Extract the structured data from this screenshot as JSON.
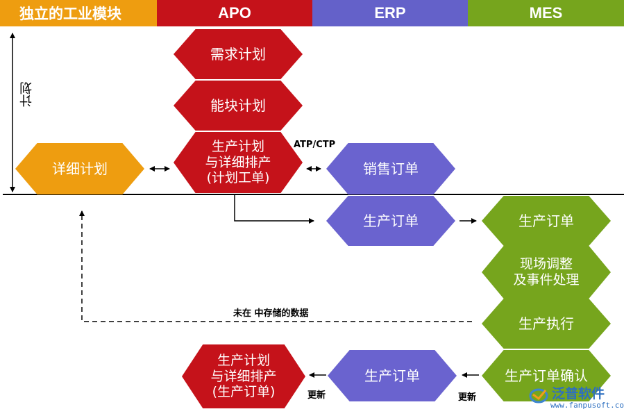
{
  "headers": {
    "standalone": "独立的工业模块",
    "apo": "APO",
    "erp": "ERP",
    "mes": "MES"
  },
  "axis_label": "计划",
  "nodes": {
    "demand_plan": "需求计划",
    "capacity_plan": "能块计划",
    "prod_plan_detail": "生产计划\n与详细排产\n(计划工单)",
    "detailed_plan": "详细计划",
    "sales_order": "销售订单",
    "erp_prod_order": "生产订单",
    "mes_prod_order": "生产订单",
    "site_adjust": "现场调整\n及事件处理",
    "prod_exec": "生产执行",
    "prod_order_confirm": "生产订单确认",
    "erp_prod_order_bottom": "生产订单",
    "prod_plan_bottom": "生产计划\n与详细排产\n(生产订单)"
  },
  "labels": {
    "atp_ctp": "ATP/CTP",
    "not_stored": "未在         中存储的数据",
    "update_1": "更新",
    "update_2": "更新"
  },
  "logo": {
    "name": "泛普软件",
    "url": "www.fanpusoft.com"
  },
  "colors": {
    "apo_red": "#c5121a",
    "erp_purple": "#6a63cf",
    "mes_green": "#76a51d",
    "orange": "#ee9d10"
  }
}
